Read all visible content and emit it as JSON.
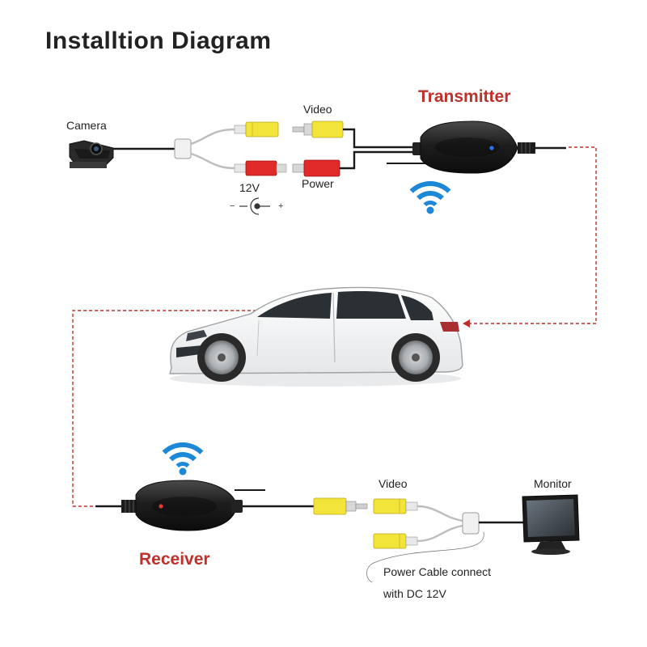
{
  "title": "Installtion Diagram",
  "labels": {
    "camera": "Camera",
    "video_top": "Video",
    "power": "Power",
    "voltage": "12V",
    "minus": "−",
    "plus": "+",
    "transmitter": "Transmitter",
    "receiver": "Receiver",
    "video_bottom": "Video",
    "monitor": "Monitor",
    "note_line1": "Power Cable connect",
    "note_line2": "with DC 12V"
  },
  "colors": {
    "accent_red": "#c0302a",
    "wifi_blue": "#1e88d8",
    "connector_yellow": "#f3e43a",
    "connector_red": "#e02a2a",
    "device_black": "#1b1b1b"
  },
  "icons": [
    "camera-icon",
    "wifi-icon",
    "car-icon",
    "monitor-icon",
    "dc-jack-icon"
  ]
}
